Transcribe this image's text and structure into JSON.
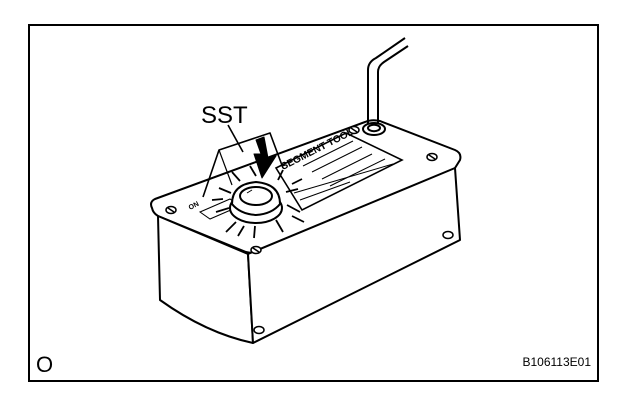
{
  "figure": {
    "callout_label": "SST",
    "tool_label_text": "SEGMENT TOOL",
    "tool_side_label": "ON",
    "corner_marker": "O",
    "figure_code": "B106113E01",
    "icons": [
      "push-arrow-icon",
      "light-burst-icon",
      "mounting-screw-icon"
    ],
    "colors": {
      "line": "#000000",
      "paper": "#ffffff"
    }
  }
}
